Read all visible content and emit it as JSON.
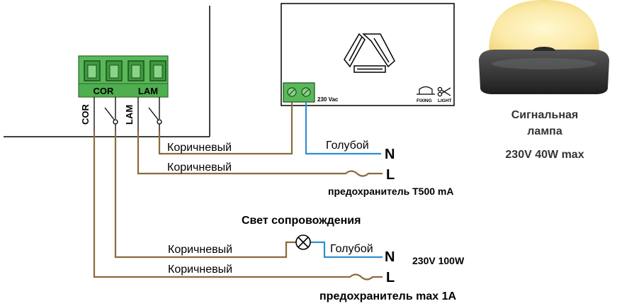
{
  "terminal_block": {
    "label_cor": "COR",
    "label_lam": "LAM",
    "side_label_cor": "COR",
    "side_label_lam": "LAM"
  },
  "control_box": {
    "voltage_label": "230 Vac",
    "fixing_label": "FIXING",
    "light_label": "LIGHT"
  },
  "lamp_caption": {
    "line1": "Сигнальная",
    "line2": "лампа",
    "rating": "230V 40W max"
  },
  "wires": {
    "brown_1": "Коричневый",
    "brown_2": "Коричневый",
    "brown_3": "Коричневый",
    "brown_4": "Коричневый",
    "blue_1": "Голубой",
    "blue_2": "Голубой"
  },
  "terminals": {
    "n1": "N",
    "l1": "L",
    "n2": "N",
    "l2": "L"
  },
  "fuse_1": "предохранитель T500 mA",
  "courtesy_light_title": "Свет сопровождения",
  "courtesy_rating": "230V 100W",
  "fuse_2": "предохранитель max 1A",
  "colors": {
    "brown": "#8a6a3c",
    "blue": "#2f8fd0",
    "terminal_green": "#5ab85a",
    "lamp_yellow": "#fbe9a6"
  }
}
